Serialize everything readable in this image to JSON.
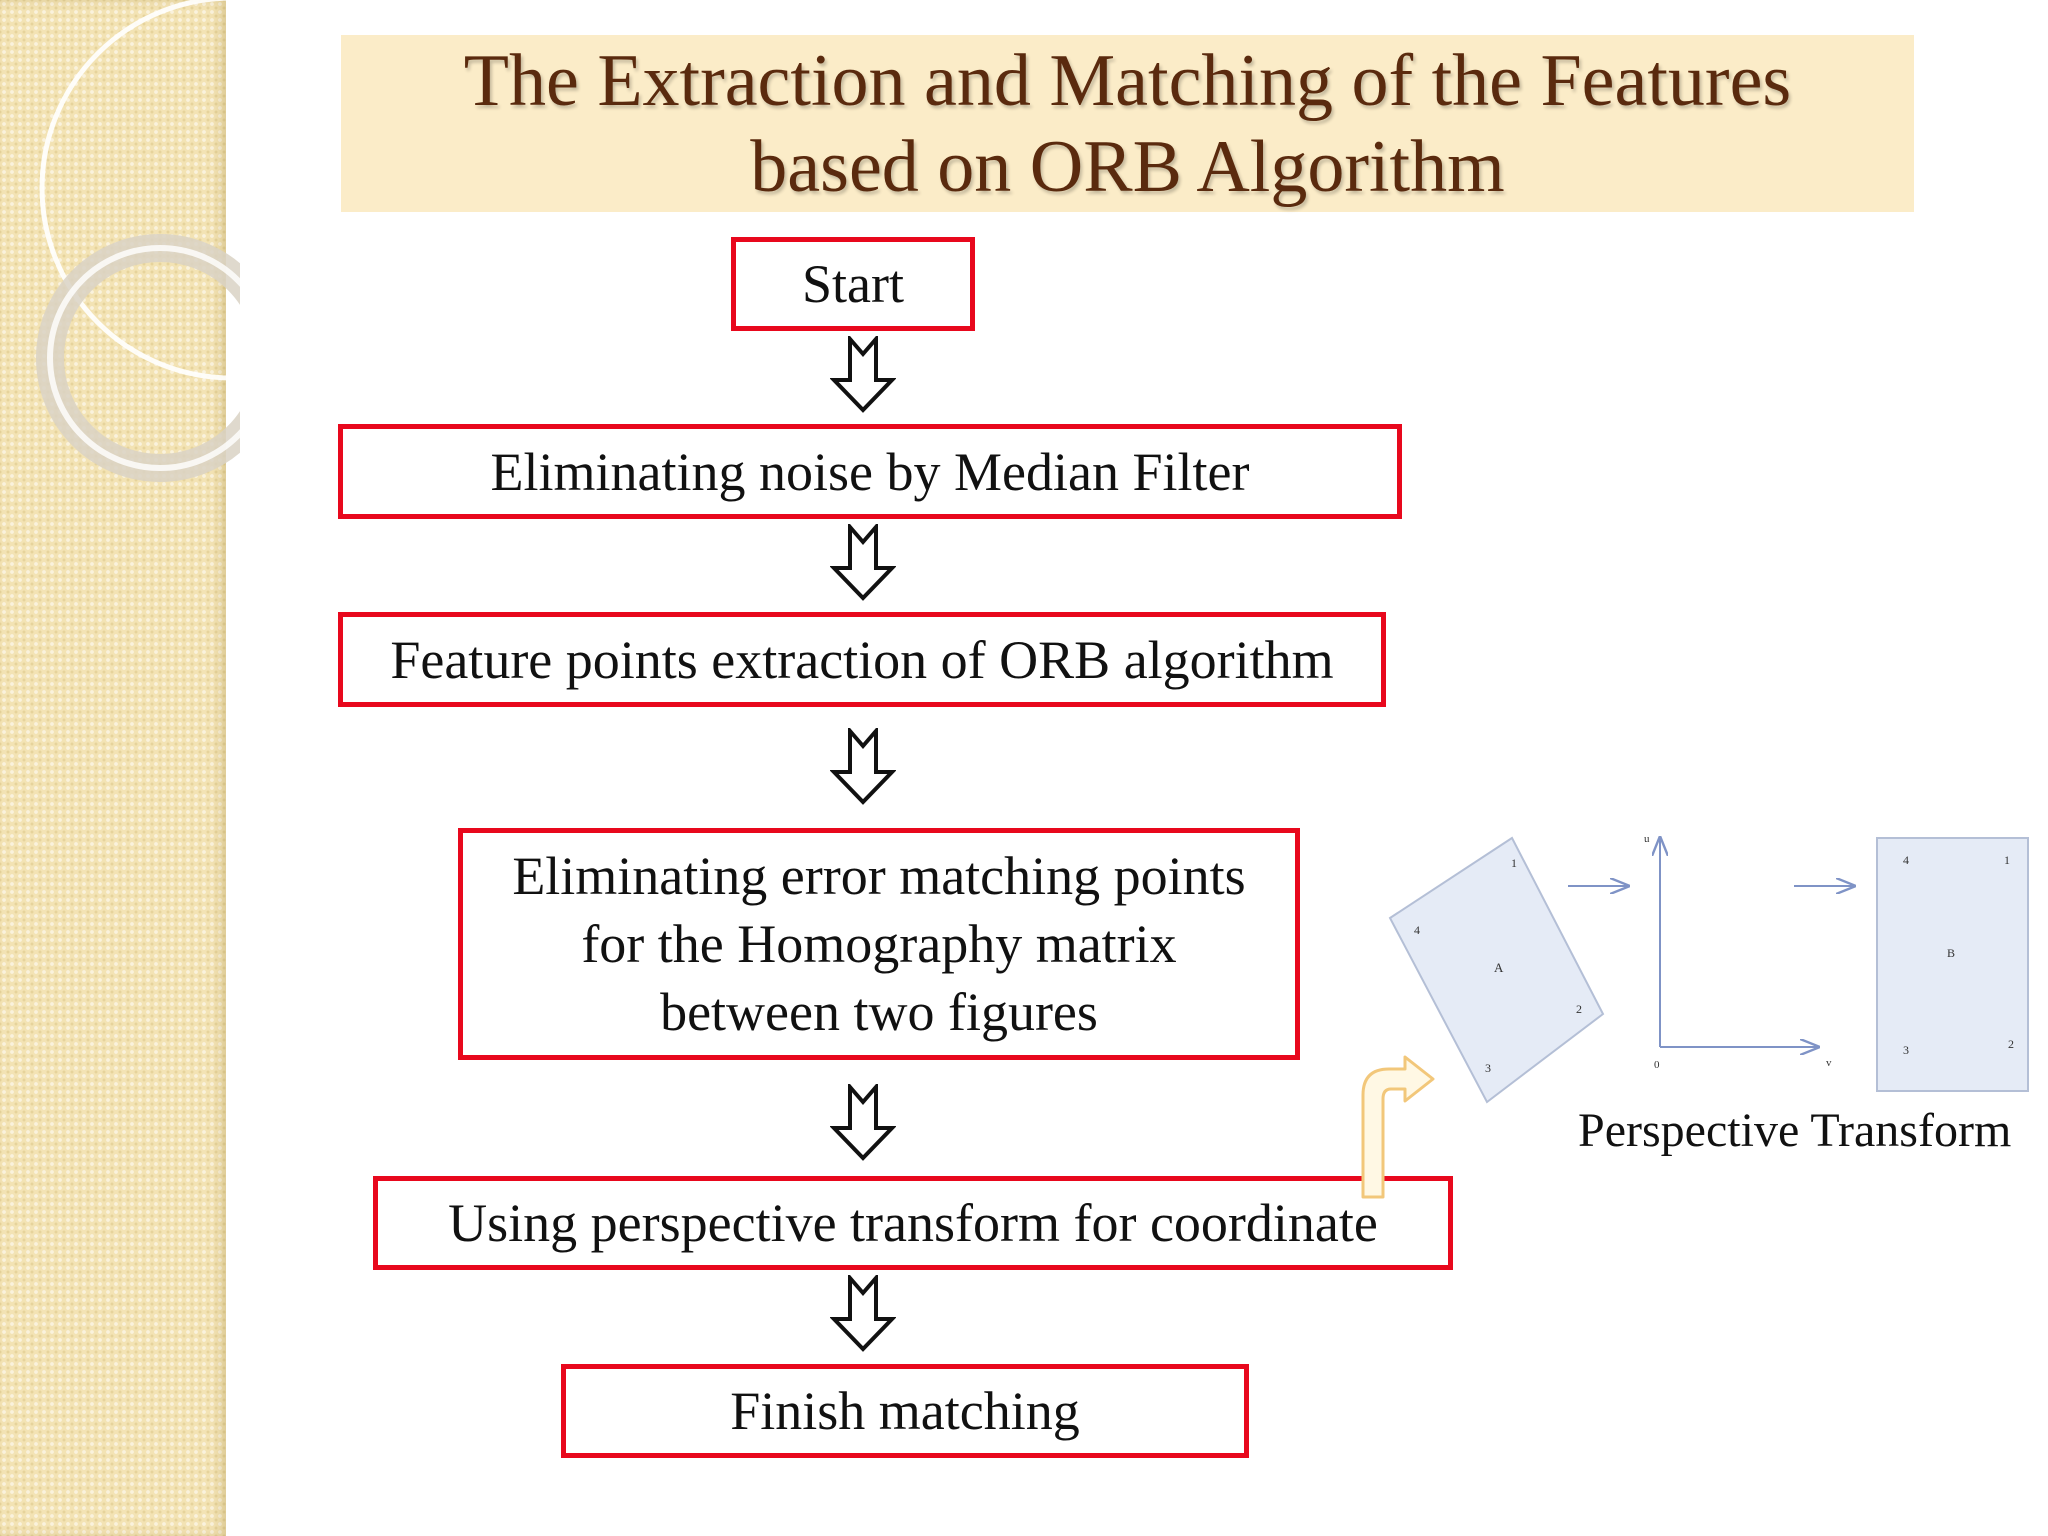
{
  "title": {
    "line1": "The Extraction and Matching of the Features",
    "line2": "based on ORB Algorithm"
  },
  "steps": [
    {
      "label": "Start"
    },
    {
      "label": "Eliminating noise by Median Filter"
    },
    {
      "label": "Feature points extraction of ORB algorithm"
    },
    {
      "label": "Eliminating error matching points",
      "label2": "for the Homography matrix",
      "label3": "between two figures"
    },
    {
      "label": "Using perspective transform for coordinate"
    },
    {
      "label": "Finish matching"
    }
  ],
  "figure": {
    "caption": "Perspective Transform",
    "shape_a_label": "A",
    "shape_b_label": "B",
    "corner_labels": [
      "1",
      "2",
      "3",
      "4"
    ],
    "axis_origin": "0",
    "axis_u": "u",
    "axis_v": "v"
  },
  "colors": {
    "box_border": "#e8081d",
    "title_text": "#5a2a0e",
    "title_band": "#fbecc8",
    "sidebar": "#f3e3b4",
    "figure_fill": "#e5ebf6",
    "figure_line": "#7f93c6"
  }
}
